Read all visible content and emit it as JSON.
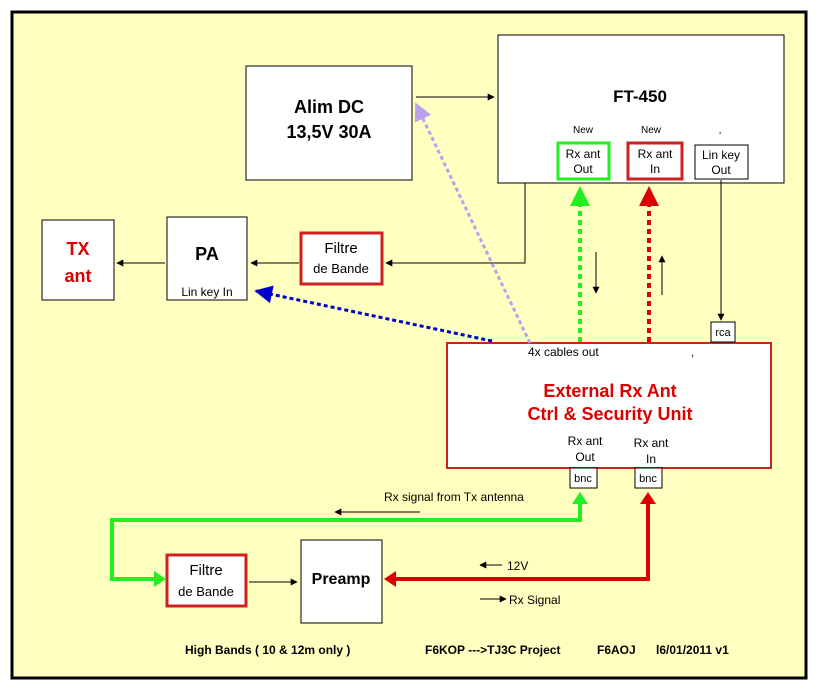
{
  "diagram": {
    "alim": {
      "line1": "Alim DC",
      "line2": "13,5V 30A"
    },
    "radio": {
      "title": "FT-450",
      "new_label_1": "New",
      "new_label_2": "New",
      "dot": ",",
      "rx_ant_out": [
        "Rx ant",
        "Out"
      ],
      "rx_ant_in": [
        "Rx ant",
        "In"
      ],
      "lin_key_out": [
        "Lin key",
        "Out"
      ]
    },
    "tx_ant": [
      "TX",
      "ant"
    ],
    "pa": {
      "title": "PA",
      "sub": "Lin key In"
    },
    "filtre_top": [
      "Filtre",
      "de Bande"
    ],
    "control_unit": {
      "title_line1": "External Rx Ant",
      "title_line2": "Ctrl & Security Unit",
      "cables_label": "4x cables out",
      "dot": ",",
      "rca": "rca",
      "rx_ant_out": [
        "Rx ant",
        "Out"
      ],
      "rx_ant_in": [
        "Rx ant",
        "In"
      ],
      "bnc_1": "bnc",
      "bnc_2": "bnc"
    },
    "rx_signal_tx_antenna": "Rx signal from Tx antenna",
    "filtre_bottom": [
      "Filtre",
      "de Bande"
    ],
    "preamp": "Preamp",
    "label_12v": "12V",
    "label_rx_signal": "Rx Signal",
    "footer": {
      "bands": "High Bands ( 10 & 12m only )",
      "project": "F6KOP --->TJ3C Project",
      "author": "F6AOJ",
      "date": "l6/01/2011  v1"
    },
    "colors": {
      "background": "#ffffc0",
      "red": "#dd0000",
      "green": "#22ee22",
      "blue": "#0000cc",
      "lilac": "#bba0ee",
      "dark_red_border": "#cc2222"
    }
  }
}
